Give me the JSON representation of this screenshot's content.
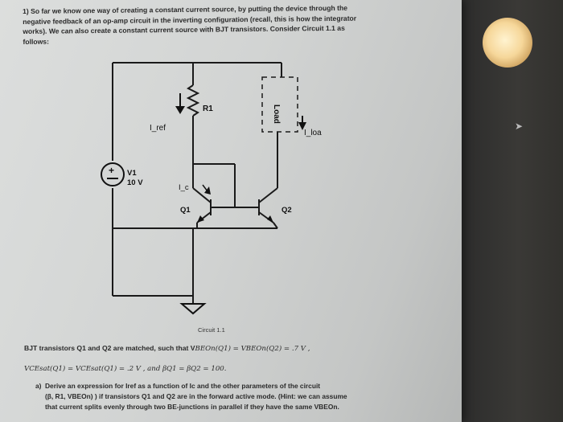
{
  "intro": {
    "line1": "1) So far we know one way of creating a constant current source, by putting the device through the",
    "line2": "negative feedback of an op-amp circuit in the inverting configuration (recall, this is how the integrator",
    "line3": "works). We can also create a constant current source with BJT transistors. Consider Circuit 1.1 as",
    "line4": "follows:"
  },
  "circuit": {
    "r1": "R1",
    "load": "Load",
    "i_ref": "I_ref",
    "i_load": "I_load",
    "i_c": "I_c",
    "v1_name": "V1",
    "v1_value": "10 V",
    "q1": "Q1",
    "q2": "Q2",
    "plus": "+"
  },
  "caption": "Circuit 1.1",
  "matched_text": "BJT transistors Q1 and Q2 are matched, such that V",
  "matched_eq": "BEOn(Q1) = VBEOn(Q2) = .7 V ,",
  "vce_text": "VCEsat(Q1) = VCEsat(Q1) = .2 V , and βQ1 = βQ2 = 100.",
  "part_a": {
    "label": "a)",
    "line1": "Derive an expression for Iref as a function of Ic and the other parameters of the circuit",
    "line2": "(β, R1, VBEOn) ) if transistors Q1 and Q2 are in the forward active mode. (Hint: we can assume",
    "line3": "that current splits evenly through two BE-junctions in parallel if they have the same VBEOn."
  }
}
